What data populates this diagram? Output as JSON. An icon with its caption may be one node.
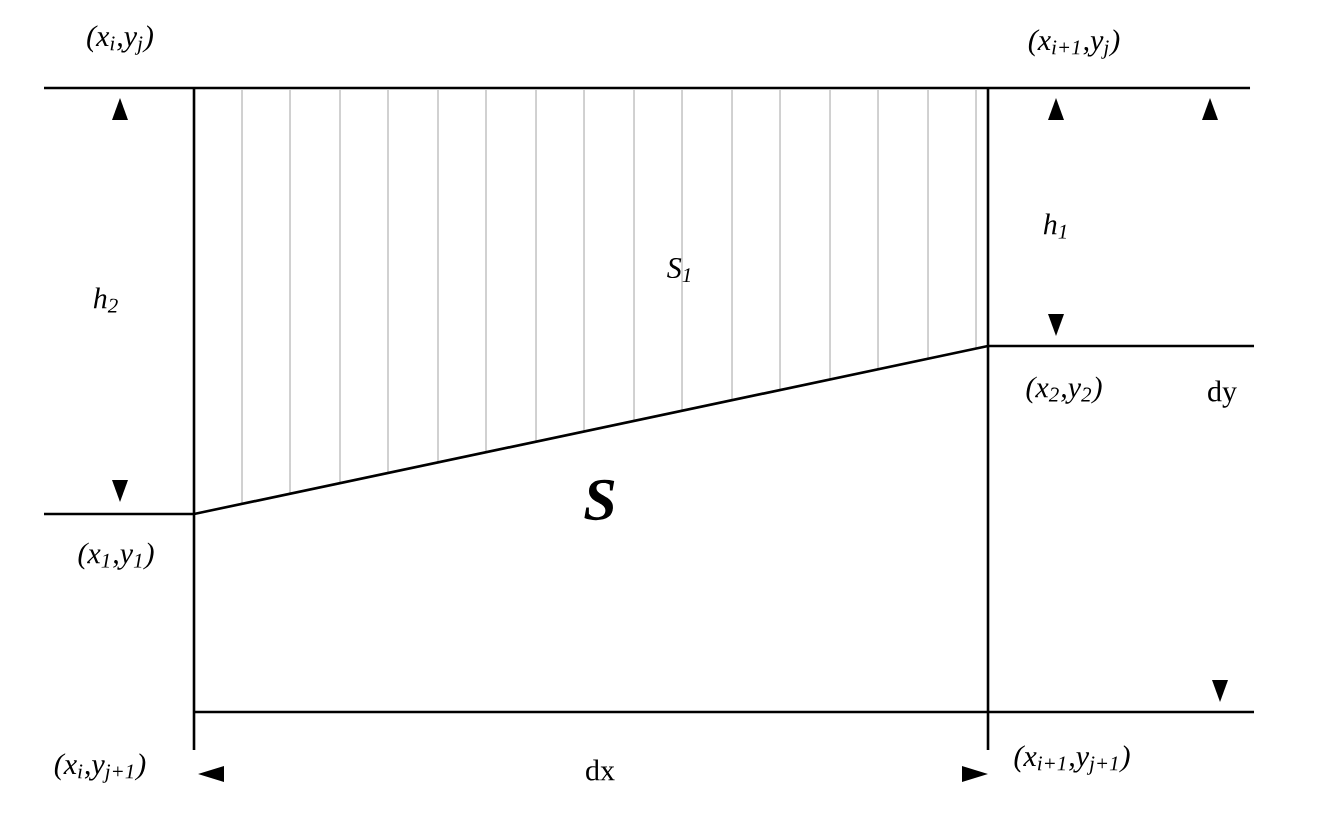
{
  "diagram": {
    "labels": [
      "(x$_{i}$,y$_{j}$)",
      "(x$_{i+1}$,y$_{j}$)",
      "h$_{2}$",
      "h$_{1}$",
      "S$_{1}$",
      "(x$_{2}$,y$_{2}$)",
      "dy",
      "S",
      "(x$_{1}$,y$_{1}$)",
      "(x$_{i}$,y$_{j+1}$)",
      "dx",
      "(x$_{i+1}$,y$_{j+1}$)"
    ]
  }
}
